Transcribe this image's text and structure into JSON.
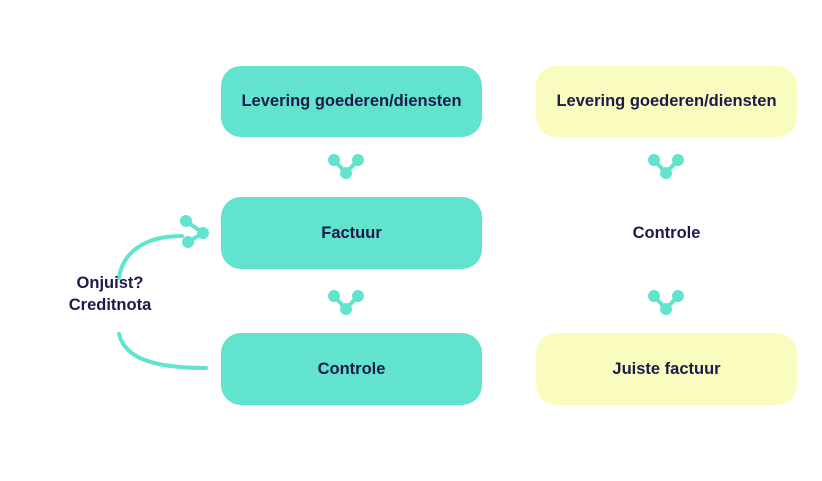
{
  "colors": {
    "teal": "#62e3cd",
    "yellow": "#fafcbf",
    "text": "#1c1a4a"
  },
  "icons": {
    "connector": "molecule-connector-icon"
  },
  "left_flow": {
    "step_1": "Levering goederen/diensten",
    "step_2": "Factuur",
    "step_3": "Controle"
  },
  "right_flow": {
    "step_1": "Levering goederen/diensten",
    "step_2": "Controle",
    "step_3": "Juiste factuur"
  },
  "loop": {
    "line_1": "Onjuist?",
    "line_2": "Creditnota"
  }
}
